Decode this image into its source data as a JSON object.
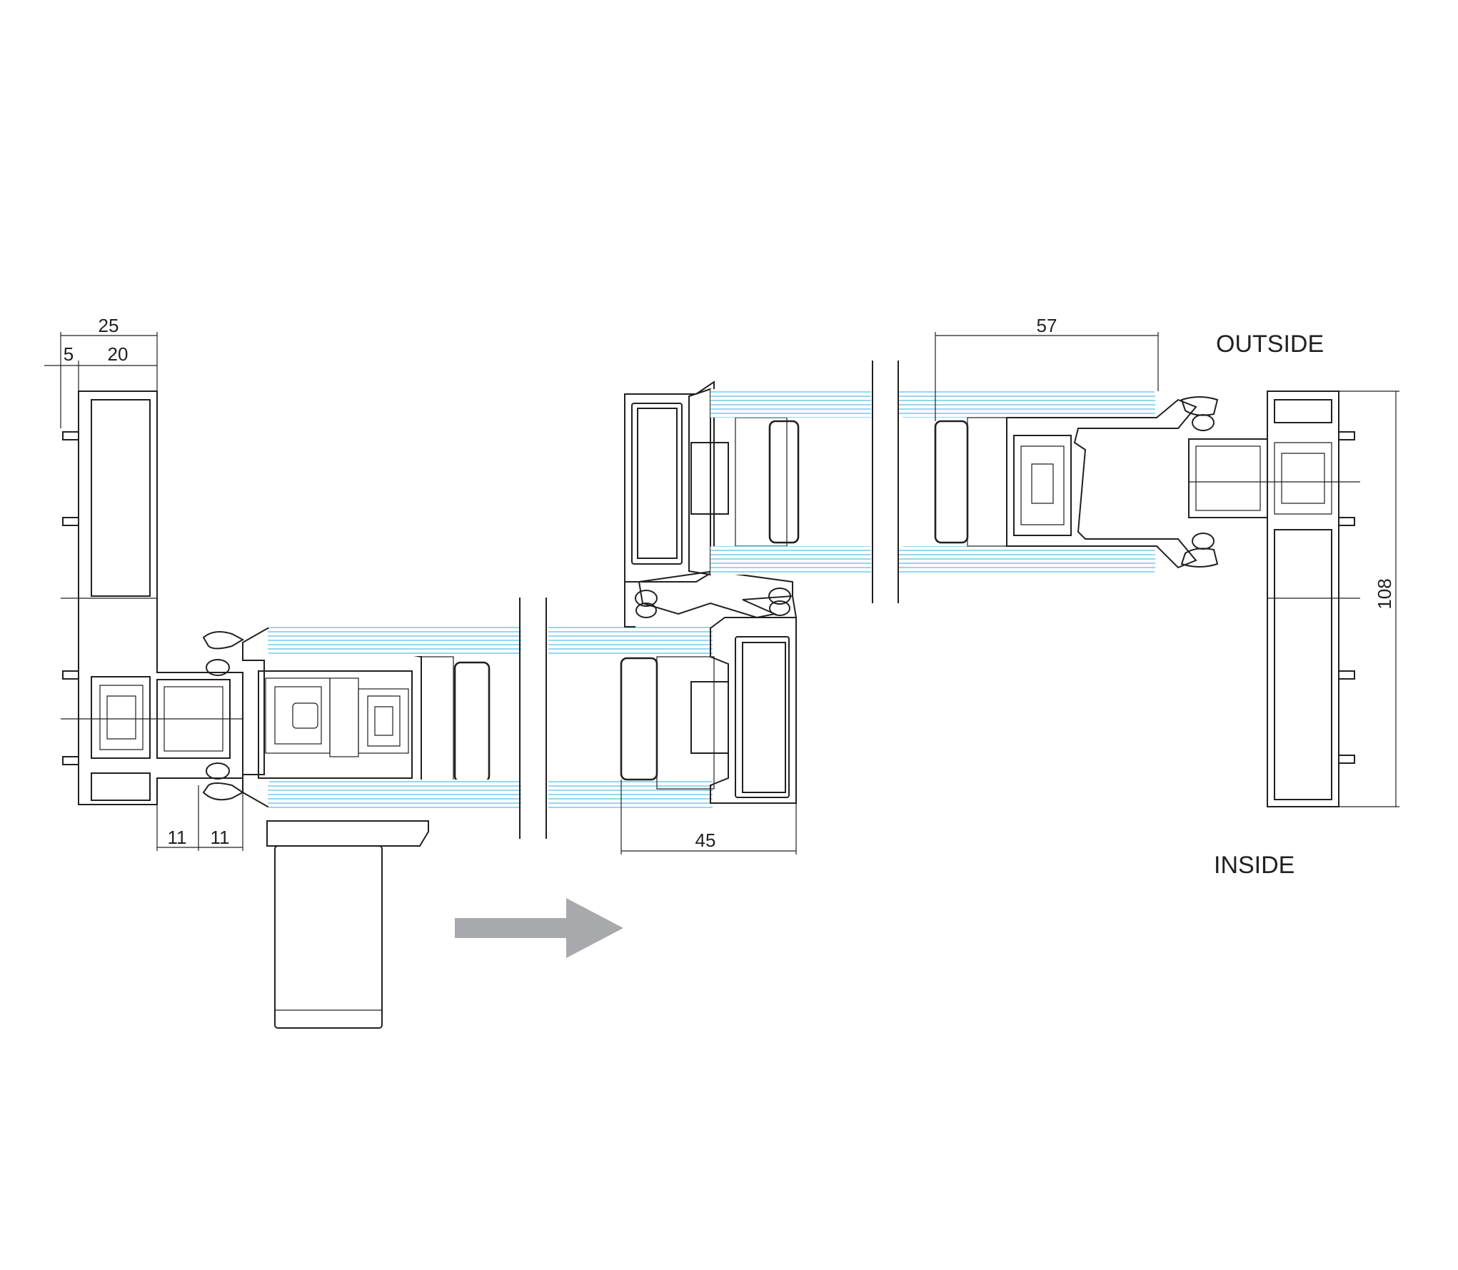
{
  "dimensions": {
    "top_left_total": "25",
    "top_left_a": "5",
    "top_left_b": "20",
    "top_right": "57",
    "bottom_left_a": "11",
    "bottom_left_b": "11",
    "bottom_mid": "45",
    "right_height": "108"
  },
  "labels": {
    "outside": "OUTSIDE",
    "inside": "INSIDE"
  },
  "colors": {
    "line": "#231f20",
    "glass": "#3fb5e5",
    "arrow": "#a7a9ac",
    "hatch": "#6d6e71",
    "spacer": "#d9d9d9"
  },
  "icons": {
    "direction": "arrow-right-icon"
  }
}
